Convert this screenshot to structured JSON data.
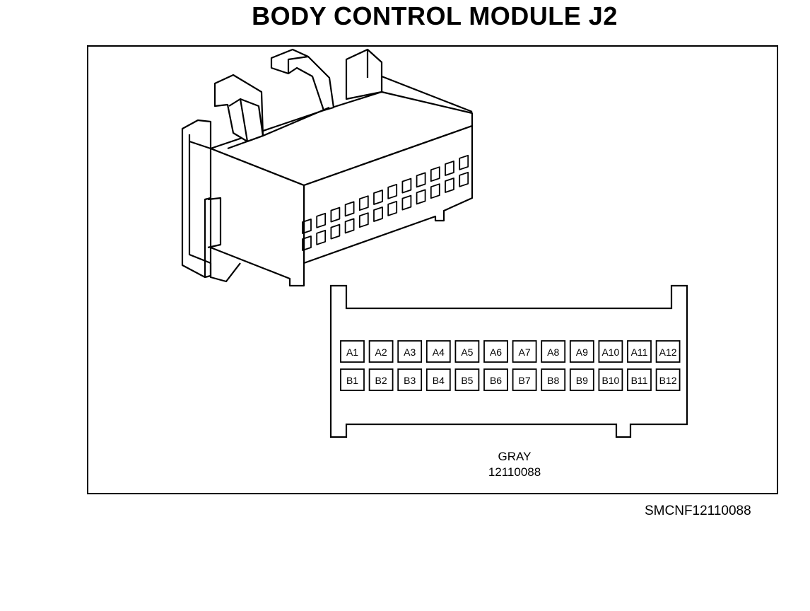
{
  "title": "BODY CONTROL MODULE J2",
  "connector": {
    "color": "GRAY",
    "part_number": "12110088",
    "row_a": [
      "A1",
      "A2",
      "A3",
      "A4",
      "A5",
      "A6",
      "A7",
      "A8",
      "A9",
      "A10",
      "A11",
      "A12"
    ],
    "row_b": [
      "B1",
      "B2",
      "B3",
      "B4",
      "B5",
      "B6",
      "B7",
      "B8",
      "B9",
      "B10",
      "B11",
      "B12"
    ]
  },
  "figure_code": "SMCNF12110088"
}
